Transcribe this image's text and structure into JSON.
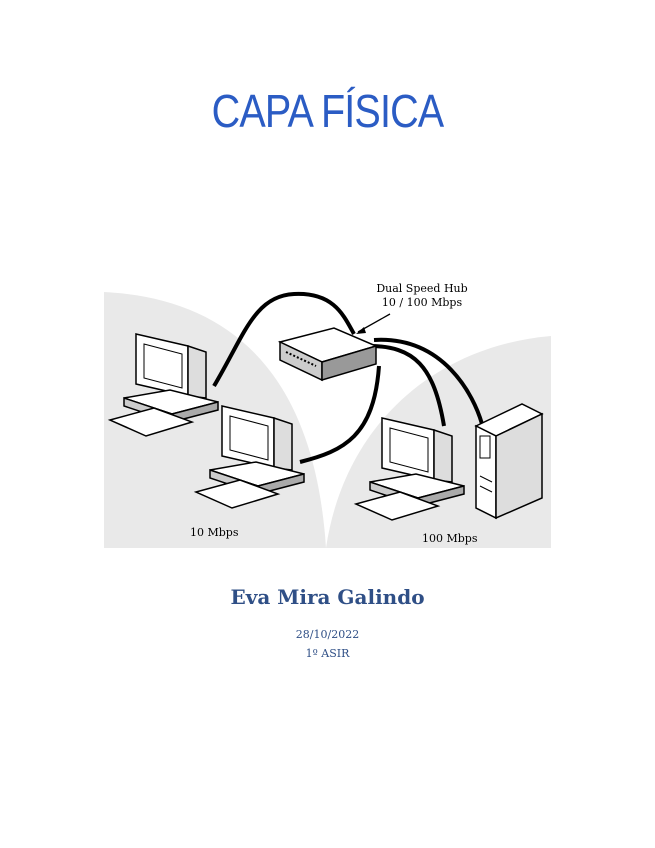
{
  "title": "CAPA FÍSICA",
  "figure": {
    "hub_label_line1": "Dual Speed Hub",
    "hub_label_line2": "10 / 100 Mbps",
    "left_speed_label": "10 Mbps",
    "right_speed_label": "100 Mbps",
    "devices": [
      "computer-icon",
      "computer-icon",
      "computer-icon",
      "server-tower-icon",
      "hub-icon"
    ]
  },
  "author": "Eva Mira Galindo",
  "date": "28/10/2022",
  "course": "1º ASIR"
}
